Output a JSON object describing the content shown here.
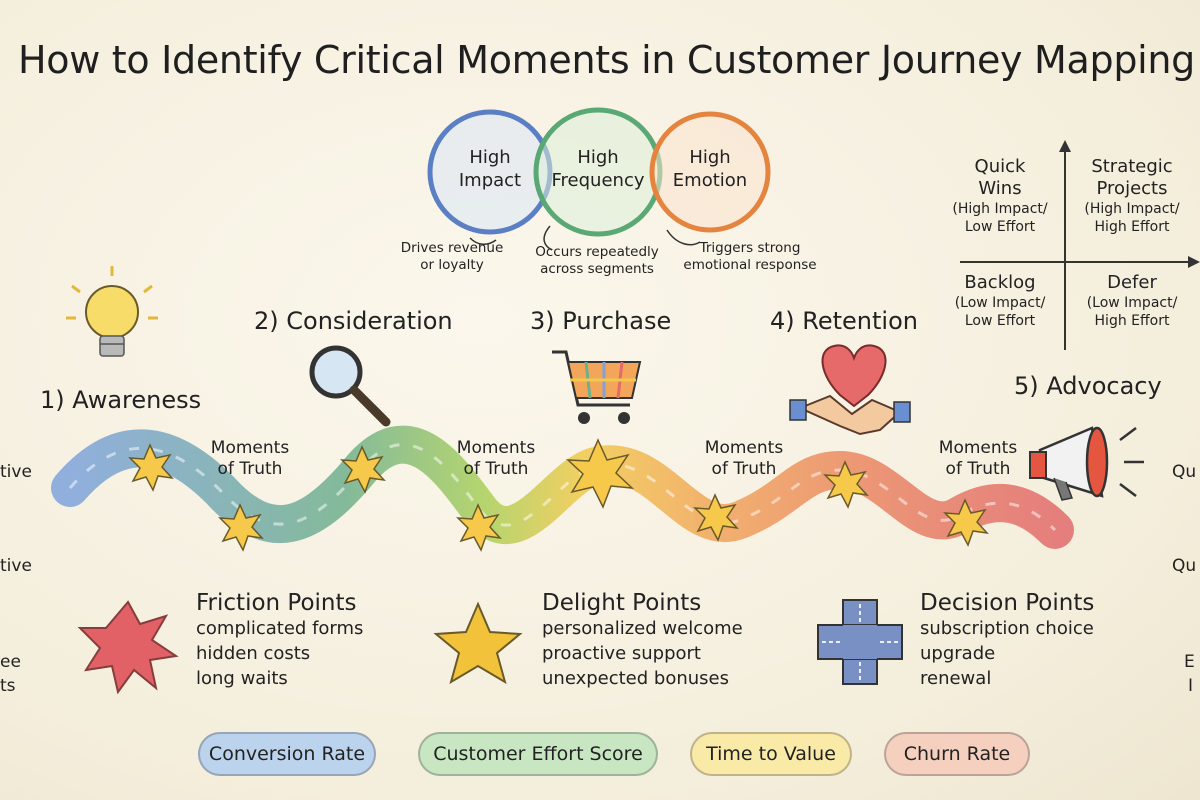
{
  "title": "How to Identify Critical Moments in Customer Journey Mapping",
  "criteria": [
    {
      "label": "High\nImpact",
      "note": "Drives revenue\nor loyalty",
      "color": "#5b7fc4"
    },
    {
      "label": "High\nFrequency",
      "note": "Occurs repeatedly\nacross segments",
      "color": "#5aa873"
    },
    {
      "label": "High\nEmotion",
      "note": "Triggers strong\nemotional response",
      "color": "#e4843f"
    }
  ],
  "matrix": {
    "quadrants": [
      {
        "title": "Quick\nWins",
        "sub": "(High Impact/\nLow Effort"
      },
      {
        "title": "Strategic\nProjects",
        "sub": "(High Impact/\nHigh Effort"
      },
      {
        "title": "Backlog",
        "sub": "(Low Impact/\nLow Effort"
      },
      {
        "title": "Defer",
        "sub": "(Low Impact/\nHigh Effort"
      }
    ]
  },
  "stages": [
    {
      "label": "1) Awareness",
      "icon": "lightbulb-icon"
    },
    {
      "label": "2) Consideration",
      "icon": "magnifier-icon"
    },
    {
      "label": "3) Purchase",
      "icon": "shopping-cart-icon"
    },
    {
      "label": "4) Retention",
      "icon": "heart-handshake-icon"
    },
    {
      "label": "5) Advocacy",
      "icon": "megaphone-icon"
    }
  ],
  "moments_label": "Moments\nof Truth",
  "point_types": [
    {
      "title": "Friction Points",
      "items": [
        "complicated forms",
        "hidden costs",
        "long waits"
      ],
      "icon": "burst-icon",
      "color": "#e0525a"
    },
    {
      "title": "Delight Points",
      "items": [
        "personalized welcome",
        "proactive support",
        "unexpected bonuses"
      ],
      "icon": "star-icon",
      "color": "#f2c23b"
    },
    {
      "title": "Decision Points",
      "items": [
        "subscription choice",
        "upgrade",
        "renewal"
      ],
      "icon": "crossroads-icon",
      "color": "#5a78b8"
    }
  ],
  "metrics": [
    {
      "label": "Conversion Rate",
      "color": "#bcd3ee"
    },
    {
      "label": "Customer Effort Score",
      "color": "#c9e6c2"
    },
    {
      "label": "Time to Value",
      "color": "#faeaa8"
    },
    {
      "label": "Churn Rate",
      "color": "#f6d0bf"
    }
  ],
  "edge_fragments": {
    "left": [
      "tive",
      "tive",
      "ee",
      "ts"
    ],
    "right": [
      "Qu",
      "Qu",
      "E",
      "I"
    ]
  }
}
